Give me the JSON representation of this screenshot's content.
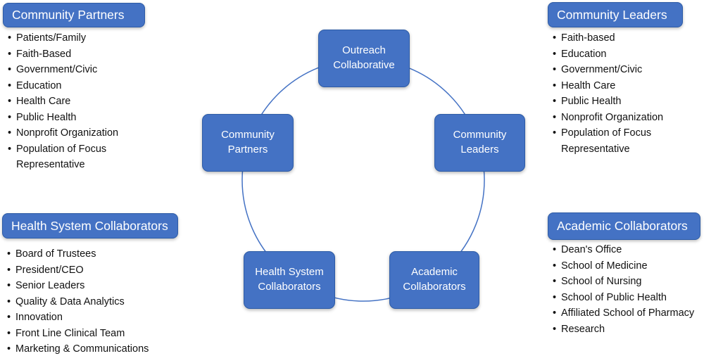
{
  "colors": {
    "node_fill": "#4472C4",
    "node_border": "#2E5CA6",
    "node_text": "#FFFFFF",
    "circle_stroke": "#4472C4",
    "body_text": "#111111",
    "background": "#FFFFFF"
  },
  "cycle": {
    "outreach": "Outreach\nCollaborative",
    "community_partners": "Community\nPartners",
    "community_leaders": "Community\nLeaders",
    "health_system_collaborators": "Health System\nCollaborators",
    "academic_collaborators": "Academic\nCollaborators"
  },
  "panels": {
    "community_partners": {
      "title": "Community Partners",
      "items": [
        "Patients/Family",
        "Faith-Based",
        "Government/Civic",
        "Education",
        "Health Care",
        "Public Health",
        "Nonprofit Organization",
        "Population of Focus Representative"
      ]
    },
    "community_leaders": {
      "title": "Community Leaders",
      "items": [
        "Faith-based",
        "Education",
        "Government/Civic",
        "Health Care",
        "Public Health",
        "Nonprofit Organization",
        "Population of Focus Representative"
      ]
    },
    "health_system_collaborators": {
      "title": "Health System Collaborators",
      "items": [
        "Board of Trustees",
        "President/CEO",
        "Senior Leaders",
        "Quality & Data Analytics",
        "Innovation",
        "Front Line Clinical Team",
        "Marketing & Communications"
      ]
    },
    "academic_collaborators": {
      "title": "Academic Collaborators",
      "items": [
        "Dean's Office",
        "School of Medicine",
        "School of Nursing",
        "School of Public Health",
        "Affiliated School of Pharmacy",
        "Research"
      ]
    }
  }
}
